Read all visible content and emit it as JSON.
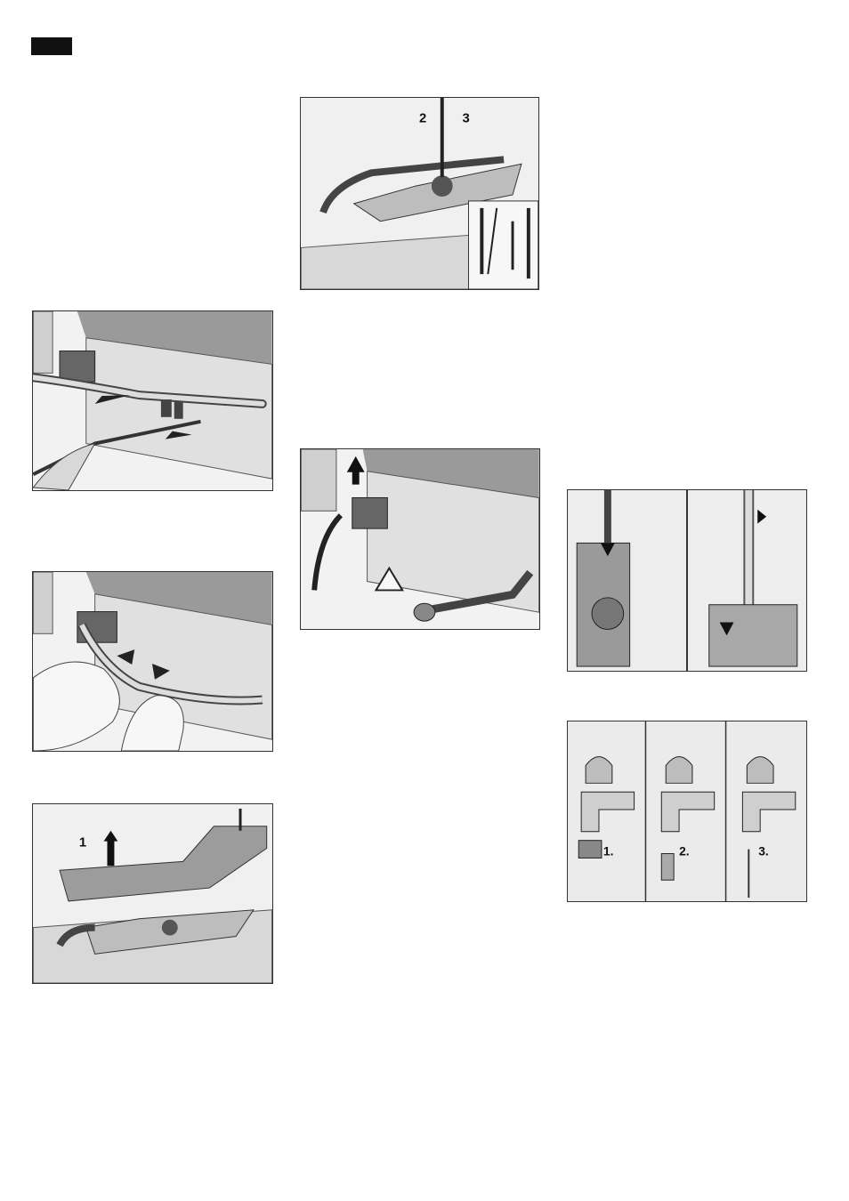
{
  "page": {
    "tab_color": "#111111"
  },
  "figures": {
    "fig_screw_tools": {
      "callout_2": "2",
      "callout_3": "3"
    },
    "fig_cover_remove": {
      "callout_1": "1"
    },
    "fig_tap_steps": {
      "step_1": "1.",
      "step_2": "2.",
      "step_3": "3."
    }
  }
}
